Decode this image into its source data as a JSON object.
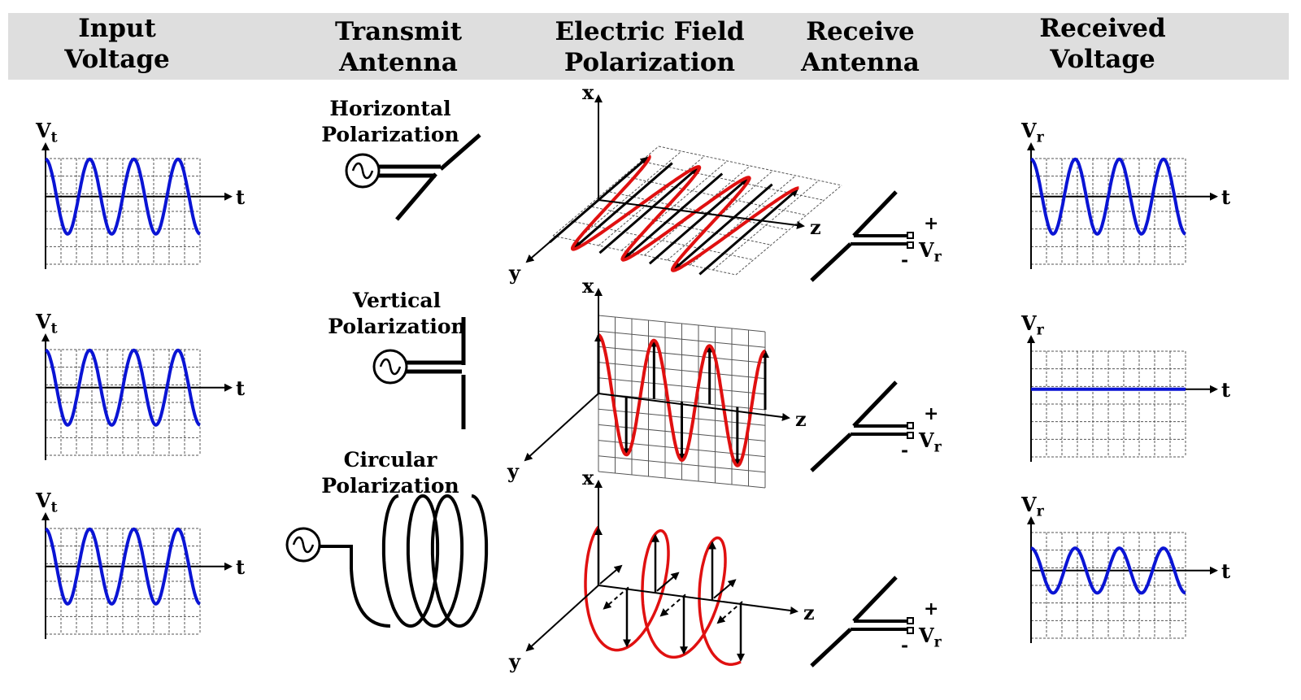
{
  "header": {
    "columns": [
      {
        "line1": "Input",
        "line2": "Voltage"
      },
      {
        "line1": "Transmit",
        "line2": "Antenna"
      },
      {
        "line1": "Electric Field",
        "line2": "Polarization"
      },
      {
        "line1": "Receive",
        "line2": "Antenna"
      },
      {
        "line1": "Received",
        "line2": "Voltage"
      }
    ]
  },
  "rows": [
    {
      "antenna_label": {
        "line1": "Horizontal",
        "line2": "Polarization"
      },
      "input_axis": {
        "v": "V",
        "sub": "t",
        "t": "t"
      },
      "received_axis": {
        "v": "V",
        "sub": "r",
        "t": "t"
      },
      "received_amplitude": 1.0
    },
    {
      "antenna_label": {
        "line1": "Vertical",
        "line2": "Polarization"
      },
      "input_axis": {
        "v": "V",
        "sub": "t",
        "t": "t"
      },
      "received_axis": {
        "v": "V",
        "sub": "r",
        "t": "t"
      },
      "received_amplitude": 0.0
    },
    {
      "antenna_label": {
        "line1": "Circular",
        "line2": "Polarization"
      },
      "input_axis": {
        "v": "V",
        "sub": "t",
        "t": "t"
      },
      "received_axis": {
        "v": "V",
        "sub": "r",
        "t": "t"
      },
      "received_amplitude": 0.6
    }
  ],
  "field_axes": {
    "x": "x",
    "y": "y",
    "z": "z"
  },
  "receive_terminals": {
    "plus": "+",
    "minus": "-",
    "v": "V",
    "sub": "r"
  },
  "colors": {
    "waveform": "#0a14d4",
    "field": "#e01010",
    "header_bg": "#dedede",
    "grid": "#555555"
  }
}
